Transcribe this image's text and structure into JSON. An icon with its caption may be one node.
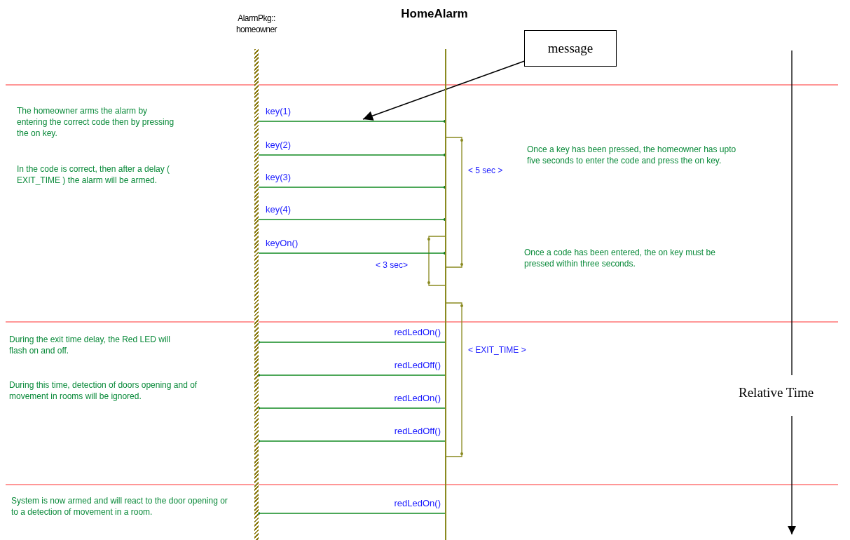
{
  "diagram": {
    "nodes": [
      {
        "text": [
          "AlarmPkg:: homeowner"
        ]
      },
      {
        "text": [
          "HomeAlarm"
        ]
      },
      {
        "text": [
          "message"
        ]
      }
    ],
    "edges": [
      {
        "from": 0,
        "to": 1,
        "arrow": "other",
        "label": "key(1)"
      },
      {
        "from": 0,
        "to": 1,
        "arrow": "other",
        "label": "key(2)"
      },
      {
        "from": 0,
        "to": 1,
        "arrow": "other",
        "label": "key(3)"
      },
      {
        "from": 0,
        "to": 1,
        "arrow": "other",
        "label": "key(4)"
      },
      {
        "from": 0,
        "to": 1,
        "arrow": "other",
        "label": "keyOn()"
      },
      {
        "from": 1,
        "to": 0,
        "arrow": "other",
        "label": "redLedOn()"
      },
      {
        "from": 1,
        "to": 0,
        "arrow": "other",
        "label": "redLedOff()"
      },
      {
        "from": 1,
        "to": 0,
        "arrow": "other",
        "label": "redLedOn()"
      },
      {
        "from": 1,
        "to": 0,
        "arrow": "other",
        "label": "redLedOff()"
      },
      {
        "from": 1,
        "to": 0,
        "arrow": "other",
        "label": "redLedOn()"
      },
      {
        "from": 2,
        "to": null,
        "arrow": "to",
        "color": "#000000"
      }
    ],
    "labels": [
      "The homeowner arms the alarm by entering the correct code then by pressing the on key.",
      "In the code is correct, then after a delay ( EXIT_TIME ) the alarm will be armed.",
      "< 5 sec >",
      "Once a key has been pressed, the homeowner has upto five seconds to enter the code and press the on key.",
      "< 3 sec>",
      "Once a code has been entered, the on key must be pressed within three seconds.",
      "During the exit time delay, the Red LED will flash on and off.",
      "During this time, detection of doors opening and of movement in rooms will be ignored.",
      "< EXIT_TIME >",
      "Relative Time",
      "System is now armed and will react to the door opening or to a detection of movement in a room."
    ]
  }
}
